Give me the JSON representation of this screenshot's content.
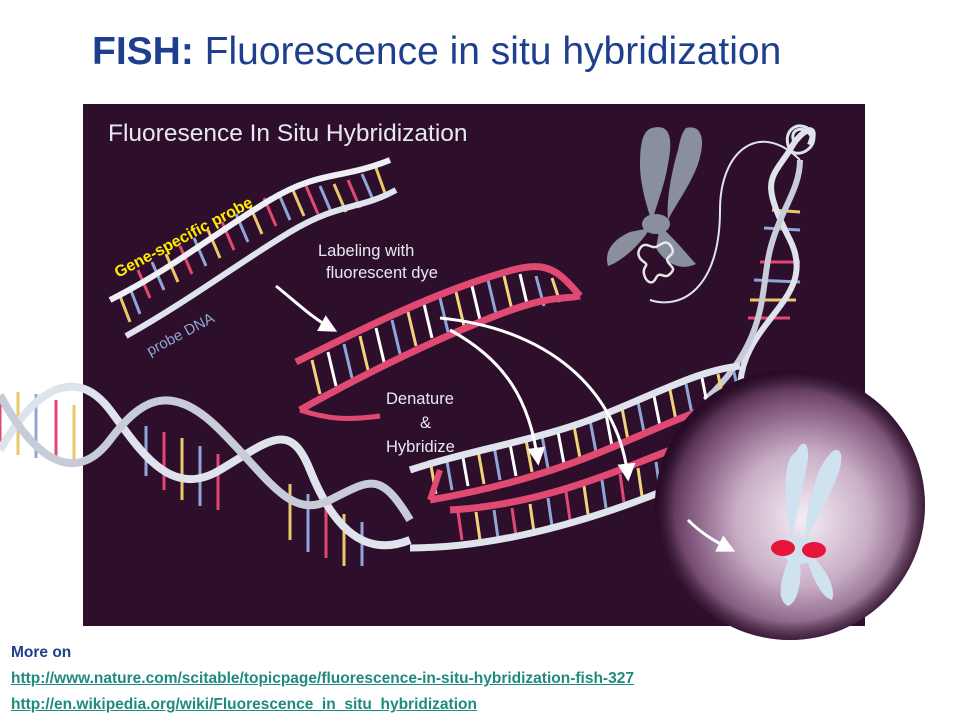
{
  "slide": {
    "title_bold": "FISH:",
    "title_rest": " Fluorescence in situ hybridization"
  },
  "figure": {
    "heading": "Fluoresence In Situ Hybridization",
    "probe_label": "Gene-specific probe",
    "probe_dna_label": "probe DNA",
    "step_labeling_line1": "Labeling with",
    "step_labeling_line2": "fluorescent dye",
    "step_denature_line1": "Denature",
    "step_denature_line2": "&",
    "step_denature_line3": "Hybridize",
    "colors": {
      "background": "#2e0f2b",
      "probe_pink": "#e04a72",
      "strand_white": "#dfe3ec",
      "label_yellow": "#ffee00",
      "chromosome_gray": "#8a8f9e",
      "chromosome_blue": "#cfe2f0",
      "signal_red": "#e8153a"
    }
  },
  "footer": {
    "more_on": "More on",
    "link1": "http://www.nature.com/scitable/topicpage/fluorescence-in-situ-hybridization-fish-327",
    "link2": "http://en.wikipedia.org/wiki/Fluorescence_in_situ_hybridization"
  }
}
